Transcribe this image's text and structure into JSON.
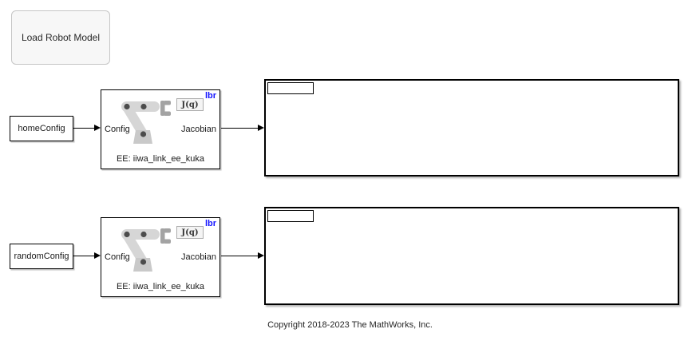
{
  "annotation_button": {
    "label": "Load Robot Model"
  },
  "rows": [
    {
      "source_label": "homeConfig",
      "jacobian": {
        "corner_label": "lbr",
        "input_port_label": "Config",
        "output_port_label": "Jacobian",
        "icon_formula": "J(q)",
        "ee_label": "EE: iiwa_link_ee_kuka"
      }
    },
    {
      "source_label": "randomConfig",
      "jacobian": {
        "corner_label": "lbr",
        "input_port_label": "Config",
        "output_port_label": "Jacobian",
        "icon_formula": "J(q)",
        "ee_label": "EE: iiwa_link_ee_kuka"
      }
    }
  ],
  "footer": {
    "copyright_text": "Copyright 2018-2023 The MathWorks, Inc."
  },
  "colors": {
    "mask_label_blue": "#1414ff",
    "block_border": "#000000",
    "button_fill": "#f7f7f7",
    "arm_link_gray": "#d6d6d6",
    "arm_base_gray": "#c9c9c9",
    "arm_joint_gray": "#4c4c4c",
    "gripper_gray": "#a3a3a3"
  }
}
